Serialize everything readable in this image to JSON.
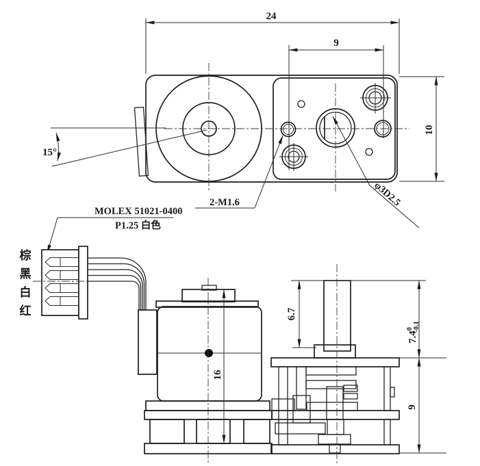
{
  "top_view": {
    "dim_width": "24",
    "dim_hole_span": "9",
    "dim_height": "10",
    "dim_angle": "15°",
    "label_thread": "2-M1.6",
    "label_shaft": "φ3D2.5"
  },
  "connector": {
    "part_number": "MOLEX 51021-0400",
    "spec": "P1.25 白色",
    "wire_colors": [
      "棕",
      "黑",
      "白",
      "红"
    ]
  },
  "side_view": {
    "dim_motor_height": "16",
    "dim_shaft_exposed": "6.7",
    "dim_shaft_total": "7.4",
    "dim_shaft_tol_upper": "0",
    "dim_shaft_tol_lower": "-0.1",
    "dim_gearbox_height": "9"
  },
  "colors": {
    "line": "#1d1d1d",
    "background": "#ffffff"
  }
}
